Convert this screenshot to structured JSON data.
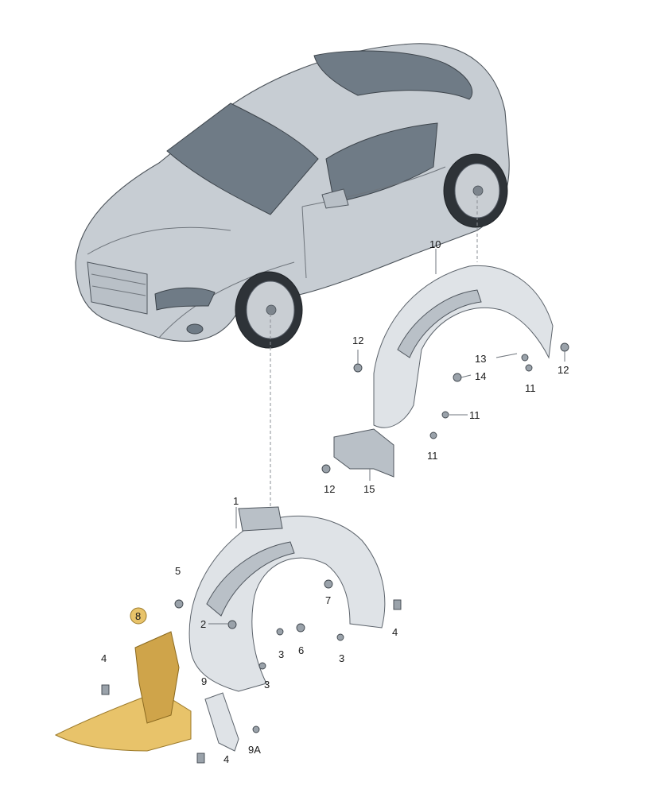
{
  "callouts": [
    {
      "id": "c1",
      "text": "1"
    },
    {
      "id": "c2",
      "text": "2"
    },
    {
      "id": "c3a",
      "text": "3"
    },
    {
      "id": "c3b",
      "text": "3"
    },
    {
      "id": "c3c",
      "text": "3"
    },
    {
      "id": "c4a",
      "text": "4"
    },
    {
      "id": "c4b",
      "text": "4"
    },
    {
      "id": "c4c",
      "text": "4"
    },
    {
      "id": "c5",
      "text": "5"
    },
    {
      "id": "c6",
      "text": "6"
    },
    {
      "id": "c7",
      "text": "7"
    },
    {
      "id": "c8",
      "text": "8"
    },
    {
      "id": "c9",
      "text": "9"
    },
    {
      "id": "c9a",
      "text": "9A"
    },
    {
      "id": "c10",
      "text": "10"
    },
    {
      "id": "c11a",
      "text": "11"
    },
    {
      "id": "c11b",
      "text": "11"
    },
    {
      "id": "c11c",
      "text": "11"
    },
    {
      "id": "c12a",
      "text": "12"
    },
    {
      "id": "c12b",
      "text": "12"
    },
    {
      "id": "c12c",
      "text": "12"
    },
    {
      "id": "c13",
      "text": "13"
    },
    {
      "id": "c14",
      "text": "14"
    },
    {
      "id": "c15",
      "text": "15"
    }
  ],
  "highlight": {
    "callout_id": "c8",
    "color": "#e8c36a"
  },
  "colors": {
    "car_body": "#c7cdd3",
    "glass": "#6f7b86",
    "liner": "#dfe3e7",
    "highlighted_part": "#e8c36a"
  }
}
